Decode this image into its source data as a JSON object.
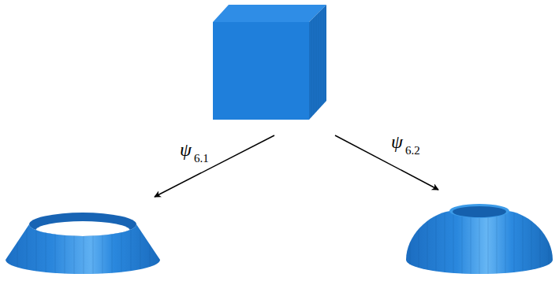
{
  "diagram": {
    "labels": [
      "ψ",
      "6.1",
      "ψ",
      "6.2"
    ]
  }
}
